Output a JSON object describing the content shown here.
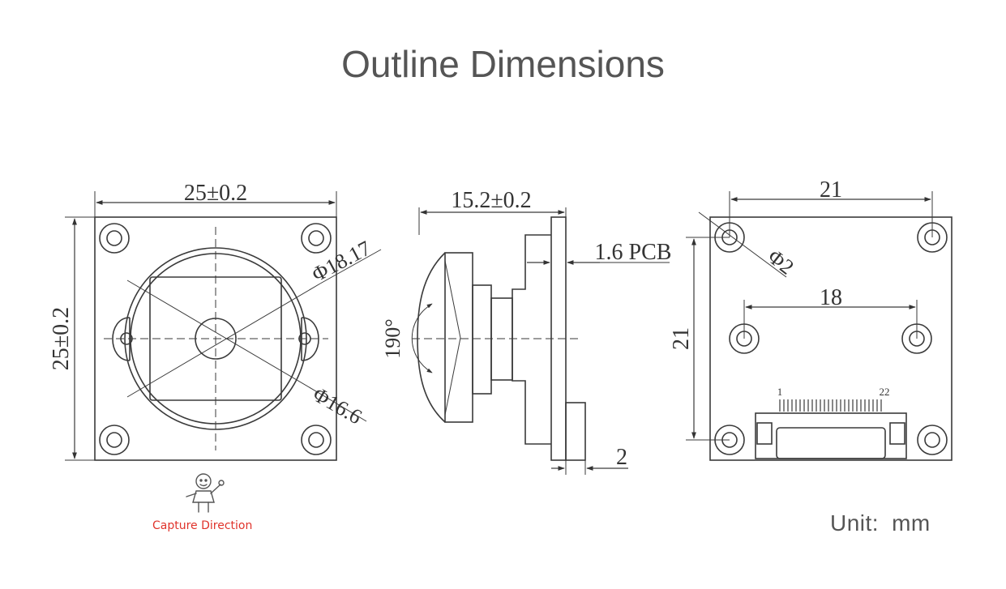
{
  "title": "Outline Dimensions",
  "front_view": {
    "width": "25±0.2",
    "height": "25±0.2",
    "outer_diameter": "Φ18.17",
    "inner_diameter": "Φ16.6"
  },
  "side_view": {
    "depth": "15.2±0.2",
    "pcb": "1.6 PCB",
    "angle": "190°",
    "connector": "2"
  },
  "back_view": {
    "width": "21",
    "height": "21",
    "hole_spacing": "18",
    "hole_diameter": "Φ2",
    "pin_first": "1",
    "pin_last": "22"
  },
  "capture_direction": "Capture Direction",
  "unit_label": "Unit:",
  "unit_value": "mm",
  "colors": {
    "line": "#3a3a3a",
    "title": "#555555",
    "caption": "#e0332b"
  }
}
